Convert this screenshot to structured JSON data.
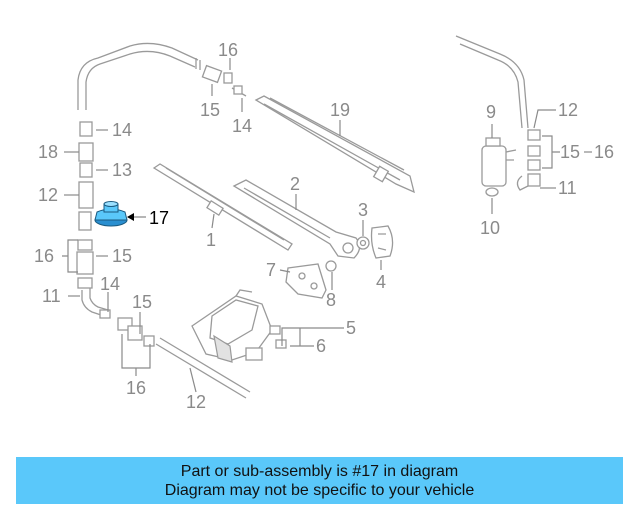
{
  "diagram": {
    "callouts": {
      "c1": "1",
      "c2": "2",
      "c3": "3",
      "c4": "4",
      "c5": "5",
      "c6": "6",
      "c7": "7",
      "c8": "8",
      "c9": "9",
      "c10": "10",
      "c11_left": "11",
      "c11_right": "11",
      "c12_left": "12",
      "c12_bottom": "12",
      "c12_right": "12",
      "c13": "13",
      "c14_top": "14",
      "c14_left": "14",
      "c14_lower": "14",
      "c15_top": "15",
      "c15_left": "15",
      "c15_lower": "15",
      "c15_right": "15",
      "c16_top": "16",
      "c16_left": "16",
      "c16_bottom": "16",
      "c16_right": "16",
      "c17": "17",
      "c18": "18",
      "c19": "19"
    },
    "highlight_color": "#5ac8fa"
  },
  "banner": {
    "line1": "Part or sub-assembly is #17 in diagram",
    "line2": "Diagram may not be specific to your vehicle"
  }
}
